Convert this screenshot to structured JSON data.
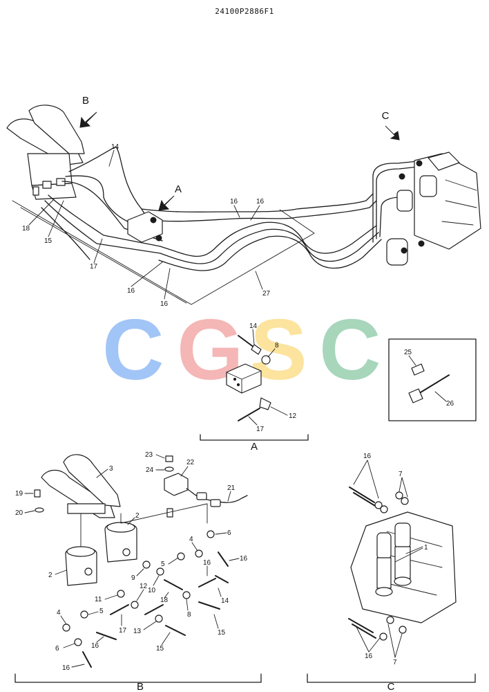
{
  "drawing_number": "24100P2886F1",
  "view_arrows": {
    "b": "B",
    "c": "C",
    "a": "A"
  },
  "section_titles": {
    "a": "A",
    "b": "B",
    "c": "C"
  },
  "watermark": {
    "letters": [
      "C",
      "G",
      "S",
      "C"
    ],
    "colors": [
      "#7fb0f5",
      "#f29a9a",
      "#fbd97a",
      "#86c7a2"
    ]
  },
  "callouts": {
    "main_14": "14",
    "main_16a": "16",
    "main_16b": "16",
    "main_18": "18",
    "main_15": "15",
    "main_17": "17",
    "main_16c": "16",
    "main_16d": "16",
    "main_27": "27",
    "a_14": "14",
    "a_8": "8",
    "a_12": "12",
    "a_17": "17",
    "a_25": "25",
    "a_26": "26",
    "b_23": "23",
    "b_22": "22",
    "b_24": "24",
    "b_3": "3",
    "b_21": "21",
    "b_19": "19",
    "b_20": "20",
    "b_2a": "2",
    "b_2b": "2",
    "b_4a": "4",
    "b_6a": "6",
    "b_5a": "5",
    "b_16a": "16",
    "b_16b": "16",
    "b_9": "9",
    "b_10": "10",
    "b_12": "12",
    "b_14": "14",
    "b_18": "18",
    "b_11": "11",
    "b_5b": "5",
    "b_8": "8",
    "b_4b": "4",
    "b_17": "17",
    "b_13": "13",
    "b_15a": "15",
    "b_6b": "6",
    "b_16c": "16",
    "b_15b": "15",
    "b_16d": "16",
    "c_16a": "16",
    "c_7a": "7",
    "c_1": "1",
    "c_16b": "16",
    "c_7b": "7"
  }
}
